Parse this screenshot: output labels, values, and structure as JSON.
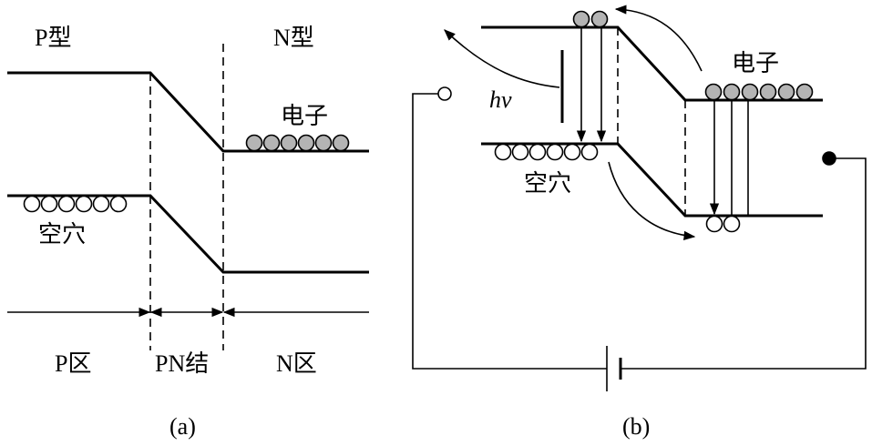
{
  "panel_a": {
    "p_type": "P型",
    "n_type": "N型",
    "electron": "电子",
    "hole": "空穴",
    "p_region": "P区",
    "pn_junction": "PN结",
    "n_region": "N区",
    "caption": "(a)",
    "electron_count": 6,
    "hole_count": 6
  },
  "panel_b": {
    "hv": "hv",
    "electron": "电子",
    "hole": "空穴",
    "caption": "(b)",
    "top_electron_count": 2,
    "n_electron_count": 6,
    "hole_count": 6,
    "bottom_hole_count": 2
  },
  "colors": {
    "line": "#000000",
    "electron_fill": "#b4b4b4",
    "hole_fill": "#ffffff"
  }
}
